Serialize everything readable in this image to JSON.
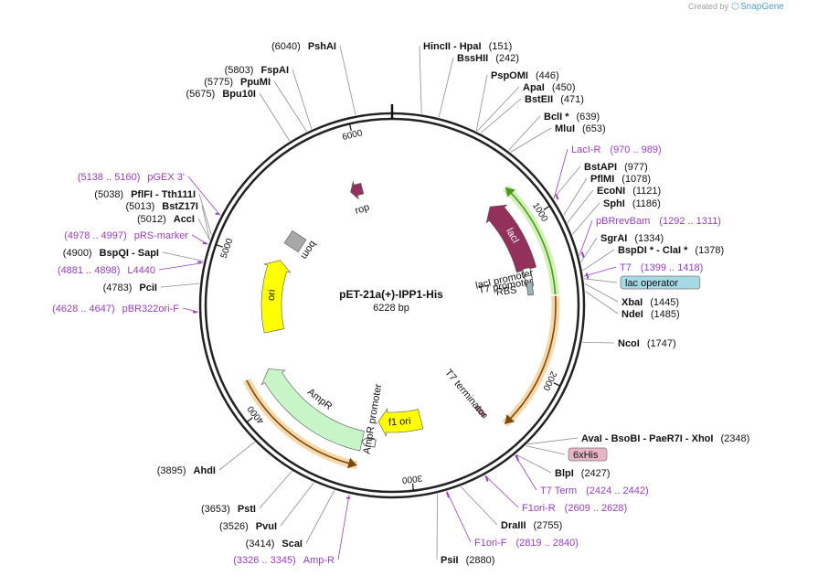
{
  "watermark": {
    "created_by": "Created by",
    "brand": "SnapGene"
  },
  "plasmid": {
    "name": "pET-21a(+)-IPP1-His",
    "length": 6228,
    "length_text": "6228 bp"
  },
  "ticks": [
    1000,
    2000,
    3000,
    4000,
    5000,
    6000
  ],
  "colors": {
    "backbone": "#222222",
    "laci": "#93305c",
    "ampr": "#c8f5c8",
    "ori": "#ffff00",
    "f1ori": "#ffff00",
    "rop": "#93305c",
    "bom": "#a8a8a8",
    "lacop_box": "#a6d8e6",
    "his_box": "#e7b6c6",
    "primer": "#9a3cc7",
    "orf_green": "#4a9a1a",
    "orf_orange": "#7a4a12"
  },
  "features": [
    {
      "id": "lacI",
      "label": "lacI",
      "start": 775,
      "end": 1300,
      "dir": -1,
      "shape": "arrow",
      "color": "#93305c",
      "fill_label": true
    },
    {
      "id": "lacI-promoter",
      "label": "lacI promoter",
      "start": 1300,
      "end": 1370,
      "dir": -1,
      "shape": "promoter"
    },
    {
      "id": "ampr",
      "label": "AmpR",
      "start": 3330,
      "end": 4200,
      "dir": 1,
      "shape": "arrow",
      "color": "#c8f5c8"
    },
    {
      "id": "ampr-promoter",
      "label": "AmpR promoter",
      "start": 3230,
      "end": 3330,
      "dir": 1,
      "shape": "promoter"
    },
    {
      "id": "f1ori",
      "label": "f1 ori",
      "start": 2870,
      "end": 3230,
      "dir": 1,
      "shape": "arrow",
      "color": "#ffff00"
    },
    {
      "id": "ori",
      "label": "ori",
      "start": 4460,
      "end": 5050,
      "dir": 1,
      "shape": "arrow",
      "color": "#ffff00"
    },
    {
      "id": "rop",
      "label": "rop",
      "start": 5880,
      "end": 5980,
      "dir": -1,
      "shape": "arrow",
      "color": "#93305c"
    },
    {
      "id": "bom",
      "label": "bom",
      "start": 5180,
      "end": 5320,
      "dir": 0,
      "shape": "box",
      "color": "#a8a8a8"
    },
    {
      "id": "t7-promoter",
      "label": "T7 promoter",
      "start": 1382,
      "end": 1401,
      "dir": 1,
      "shape": "promoter"
    },
    {
      "id": "rbs",
      "label": "RBS",
      "start": 1430,
      "end": 1445,
      "dir": 0,
      "shape": "rbs"
    },
    {
      "id": "t7-terminator",
      "label": "T7 terminator",
      "start": 2400,
      "end": 2450,
      "dir": 0,
      "shape": "terminator"
    }
  ],
  "orf_arcs": [
    {
      "id": "orf-laci",
      "start": 760,
      "end": 1490,
      "dir": -1,
      "color": "#4a9a1a",
      "glow": "#d2f0b8"
    },
    {
      "id": "orf-his",
      "start": 1500,
      "end": 2360,
      "dir": 1,
      "color": "#7a4a12",
      "glow": "#f7d8a8"
    },
    {
      "id": "orf-ampr",
      "start": 3330,
      "end": 4200,
      "dir": -1,
      "color": "#7a4a12",
      "glow": "#f7d8a8"
    }
  ],
  "sites_right": [
    {
      "enzyme": "HincII  -  HpaI",
      "pos": "(151)"
    },
    {
      "enzyme": "BssHII",
      "pos": "(242)"
    },
    {
      "enzyme": "PspOMI",
      "pos": "(446)"
    },
    {
      "enzyme": "ApaI",
      "pos": "(450)"
    },
    {
      "enzyme": "BstEII",
      "pos": "(471)"
    },
    {
      "enzyme": "BclI *",
      "pos": "(639)"
    },
    {
      "enzyme": "MluI",
      "pos": "(653)"
    },
    {
      "primer": true,
      "enzyme": "LacI-R",
      "pos": "(970 .. 989)"
    },
    {
      "enzyme": "BstAPI",
      "pos": "(977)"
    },
    {
      "enzyme": "PflMI",
      "pos": "(1078)"
    },
    {
      "enzyme": "EcoNI",
      "pos": "(1121)"
    },
    {
      "enzyme": "SphI",
      "pos": "(1186)"
    },
    {
      "primer": true,
      "enzyme": "pBRrevBam",
      "pos": "(1292 .. 1311)"
    },
    {
      "enzyme": "SgrAI",
      "pos": "(1334)"
    },
    {
      "enzyme": "BspDI *  -  ClaI *",
      "pos": "(1378)"
    },
    {
      "primer": true,
      "enzyme": "T7",
      "pos": "(1399 .. 1418)"
    },
    {
      "box": "lac operator"
    },
    {
      "enzyme": "XbaI",
      "pos": "(1445)"
    },
    {
      "enzyme": "NdeI",
      "pos": "(1485)"
    },
    {
      "enzyme": "NcoI",
      "pos": "(1747)"
    },
    {
      "enzyme": "AvaI  -  BsoBI  -  PaeR7I  -  XhoI",
      "pos": "(2348)"
    },
    {
      "box": "6xHis"
    },
    {
      "enzyme": "BlpI",
      "pos": "(2427)"
    },
    {
      "primer": true,
      "enzyme": "T7 Term",
      "pos": "(2424 .. 2442)"
    },
    {
      "primer": true,
      "enzyme": "F1ori-R",
      "pos": "(2609 .. 2628)"
    },
    {
      "enzyme": "DraIII",
      "pos": "(2755)"
    },
    {
      "primer": true,
      "enzyme": "F1ori-F",
      "pos": "(2819 .. 2840)"
    },
    {
      "enzyme": "PsiI",
      "pos": "(2880)"
    }
  ],
  "sites_left": [
    {
      "enzyme": "PshAI",
      "pos": "(6040)"
    },
    {
      "enzyme": "FspAI",
      "pos": "(5803)"
    },
    {
      "enzyme": "PpuMI",
      "pos": "(5775)"
    },
    {
      "enzyme": "Bpu10I",
      "pos": "(5675)"
    },
    {
      "primer": true,
      "enzyme": "pGEX 3'",
      "pos": "(5138 .. 5160)"
    },
    {
      "enzyme": "PflFI  -  Tth111I",
      "pos": "(5038)"
    },
    {
      "enzyme": "BstZ17I",
      "pos": "(5013)"
    },
    {
      "enzyme": "AccI",
      "pos": "(5012)"
    },
    {
      "primer": true,
      "enzyme": "pRS-marker",
      "pos": "(4978 .. 4997)"
    },
    {
      "enzyme": "BspQI  -  SapI",
      "pos": "(4900)"
    },
    {
      "primer": true,
      "enzyme": "L4440",
      "pos": "(4881 .. 4898)"
    },
    {
      "enzyme": "PciI",
      "pos": "(4783)"
    },
    {
      "primer": true,
      "enzyme": "pBR322ori-F",
      "pos": "(4628 .. 4647)"
    },
    {
      "enzyme": "AhdI",
      "pos": "(3895)"
    },
    {
      "enzyme": "PstI",
      "pos": "(3653)"
    },
    {
      "enzyme": "PvuI",
      "pos": "(3526)"
    },
    {
      "enzyme": "ScaI",
      "pos": "(3414)"
    },
    {
      "primer": true,
      "enzyme": "Amp-R",
      "pos": "(3326 .. 3345)"
    }
  ]
}
